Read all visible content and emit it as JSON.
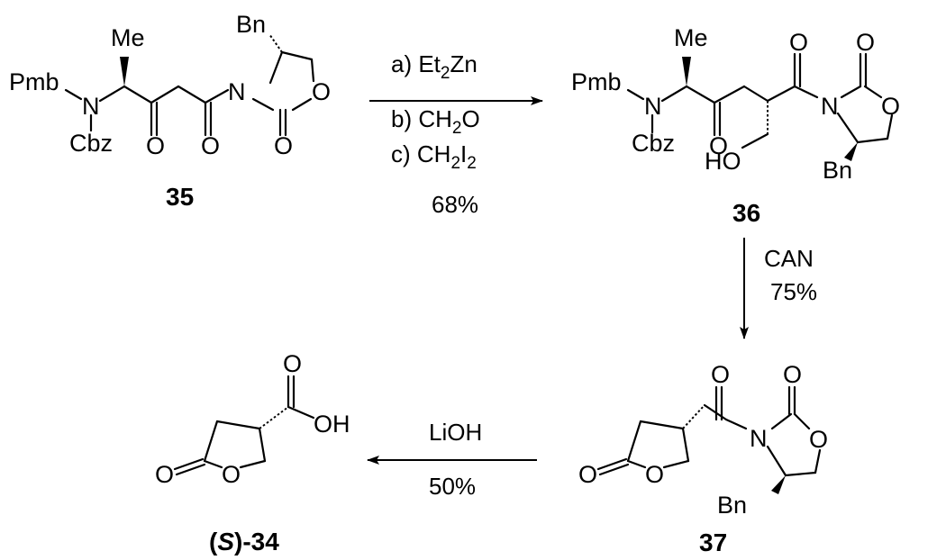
{
  "compounds": {
    "c35": {
      "number": "35",
      "atoms": {
        "bn": "Bn",
        "me": "Me",
        "pmb": "Pmb",
        "n_amine": "N",
        "cbz": "Cbz",
        "o_ketone": "O",
        "o_imide": "O",
        "n_ox": "N",
        "o_ring": "O",
        "o_carbonyl": "O"
      }
    },
    "c36": {
      "number": "36",
      "atoms": {
        "me": "Me",
        "pmb": "Pmb",
        "n_amine": "N",
        "cbz": "Cbz",
        "o_ketone": "O",
        "ho": "HO",
        "o_imide": "O",
        "n_ox": "N",
        "o_carbonyl": "O",
        "o_ring": "O",
        "bn": "Bn"
      }
    },
    "c37": {
      "number": "37",
      "atoms": {
        "o_exo": "O",
        "o_ring_lac": "O",
        "o_imide": "O",
        "n_ox": "N",
        "o_carbonyl": "O",
        "o_ring": "O",
        "bn": "Bn"
      }
    },
    "s34": {
      "label_open": "(",
      "label_s": "S",
      "label_close": ")-34",
      "atoms": {
        "o_exo": "O",
        "o_ring_lac": "O",
        "o_acid": "O",
        "oh": "OH"
      }
    }
  },
  "reactions": {
    "step1": {
      "a_prefix": "a) Et",
      "a_sub": "2",
      "a_suffix": "Zn",
      "b": "b) CH",
      "b_sub": "2",
      "b_suffix": "O",
      "c_prefix": "c) CH",
      "c_sub": "2",
      "c_mid": "I",
      "c_sub2": "2",
      "yield": "68%"
    },
    "step2": {
      "reagent": "CAN",
      "yield": "75%"
    },
    "step3": {
      "reagent": "LiOH",
      "yield": "50%"
    }
  }
}
